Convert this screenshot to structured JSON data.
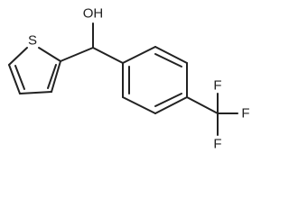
{
  "molecule": {
    "atoms": {
      "hydroxyl": "OH",
      "sulfur": "S",
      "fluorine_top": "F",
      "fluorine_right": "F",
      "fluorine_bottom": "F"
    }
  }
}
